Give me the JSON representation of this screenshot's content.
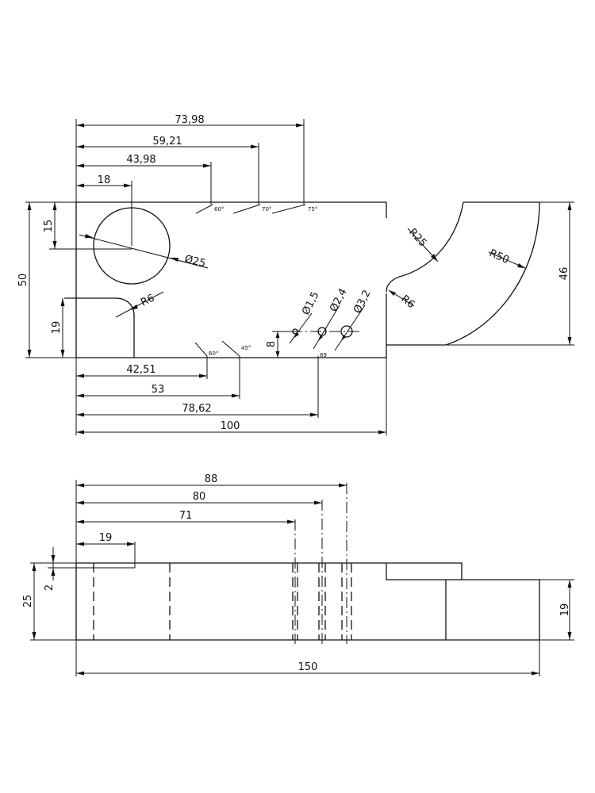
{
  "drawing": {
    "top_view": {
      "dims": {
        "w_73_98": "73,98",
        "w_59_21": "59,21",
        "w_43_98": "43,98",
        "w_18": "18",
        "w_15": "15",
        "h_50": "50",
        "h_19": "19",
        "h_46": "46",
        "b_42_51": "42,51",
        "b_53": "53",
        "b_78_62": "78,62",
        "b_100": "100",
        "h_8": "8"
      },
      "labels": {
        "bore": "Ø25",
        "r6_left": "R6",
        "r25": "R25",
        "r50": "R50",
        "r6_right": "R6",
        "hole_1_5": "Ø1,5",
        "hole_2_4": "Ø2,4",
        "hole_3_2": "Ø3,2"
      },
      "angle_marks": {
        "top_60": "60°",
        "top_70": "70°",
        "top_75": "75°",
        "bottom_60": "60°",
        "bottom_45": "45°",
        "bottom_89": "89"
      }
    },
    "side_view": {
      "dims": {
        "w_88": "88",
        "w_80": "80",
        "w_71": "71",
        "w_19": "19",
        "h_2": "2",
        "h_25": "25",
        "h_19": "19",
        "w_150": "150"
      }
    }
  }
}
